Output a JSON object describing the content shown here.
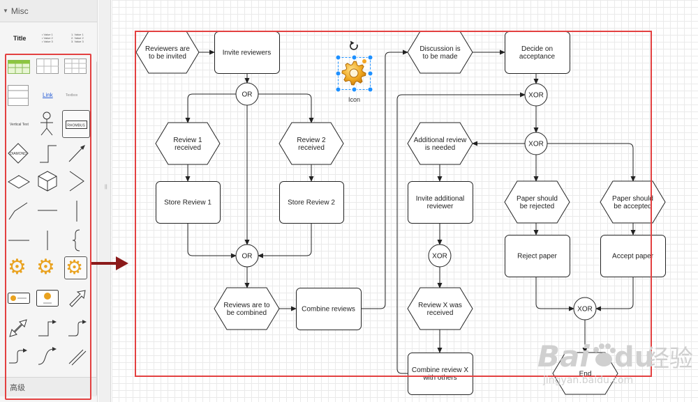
{
  "sidebar": {
    "section_title": "Misc",
    "footer_label": "高级",
    "title_sample": "Title",
    "list_sample": [
      "• Value 1",
      "• Value 2",
      "• Value 3"
    ],
    "numbered_sample": [
      "1. Value 1",
      "2. Value 2",
      "3. Value 3"
    ],
    "link_sample": "Link",
    "textbox_sample": "Textbox",
    "vertical_text": "Vertical Text",
    "diamond_sample": "DIAMOND",
    "rhombus_sample": "RHOMBUS"
  },
  "splitter": {
    "grip": "||"
  },
  "diagram": {
    "nodes": {
      "reviewers_invited": [
        "Reviewers are",
        "to be invited"
      ],
      "invite_reviewers": [
        "Invite reviewers"
      ],
      "or_top": [
        "OR"
      ],
      "review1_received": [
        "Review 1",
        "received"
      ],
      "review2_received": [
        "Review 2",
        "received"
      ],
      "store_review1": [
        "Store Review 1"
      ],
      "store_review2": [
        "Store Review 2"
      ],
      "or_mid": [
        "OR"
      ],
      "reviews_combined": [
        "Reviews are to",
        "be combined"
      ],
      "combine_reviews": [
        "Combine reviews"
      ],
      "discussion": [
        "Discussion is",
        "to be made"
      ],
      "decide": [
        "Decide on",
        "acceptance"
      ],
      "xor_top": [
        "XOR"
      ],
      "xor_second": [
        "XOR"
      ],
      "additional_needed": [
        "Additional review",
        "is needed"
      ],
      "invite_additional": [
        "Invite additional",
        "reviewer"
      ],
      "xor_left": [
        "XOR"
      ],
      "review_x_received": [
        "Review X was",
        "received"
      ],
      "combine_x": [
        "Combine review X",
        "with others"
      ],
      "paper_rejected": [
        "Paper should",
        "be rejected"
      ],
      "paper_accepted": [
        "Paper should",
        "be accepted"
      ],
      "reject_paper": [
        "Reject paper"
      ],
      "accept_paper": [
        "Accept paper"
      ],
      "xor_bottom": [
        "XOR"
      ],
      "end": [
        "End"
      ]
    },
    "selected_icon_caption": "Icon"
  },
  "watermark": {
    "brand": "Bai",
    "paw": "du",
    "cn": "经验",
    "url": "jingyan.baidu.com"
  },
  "colors": {
    "highlight": "#e34040",
    "arrow": "#8b1a1a",
    "selection": "#1e90ff",
    "gear": "#e9a21f"
  }
}
